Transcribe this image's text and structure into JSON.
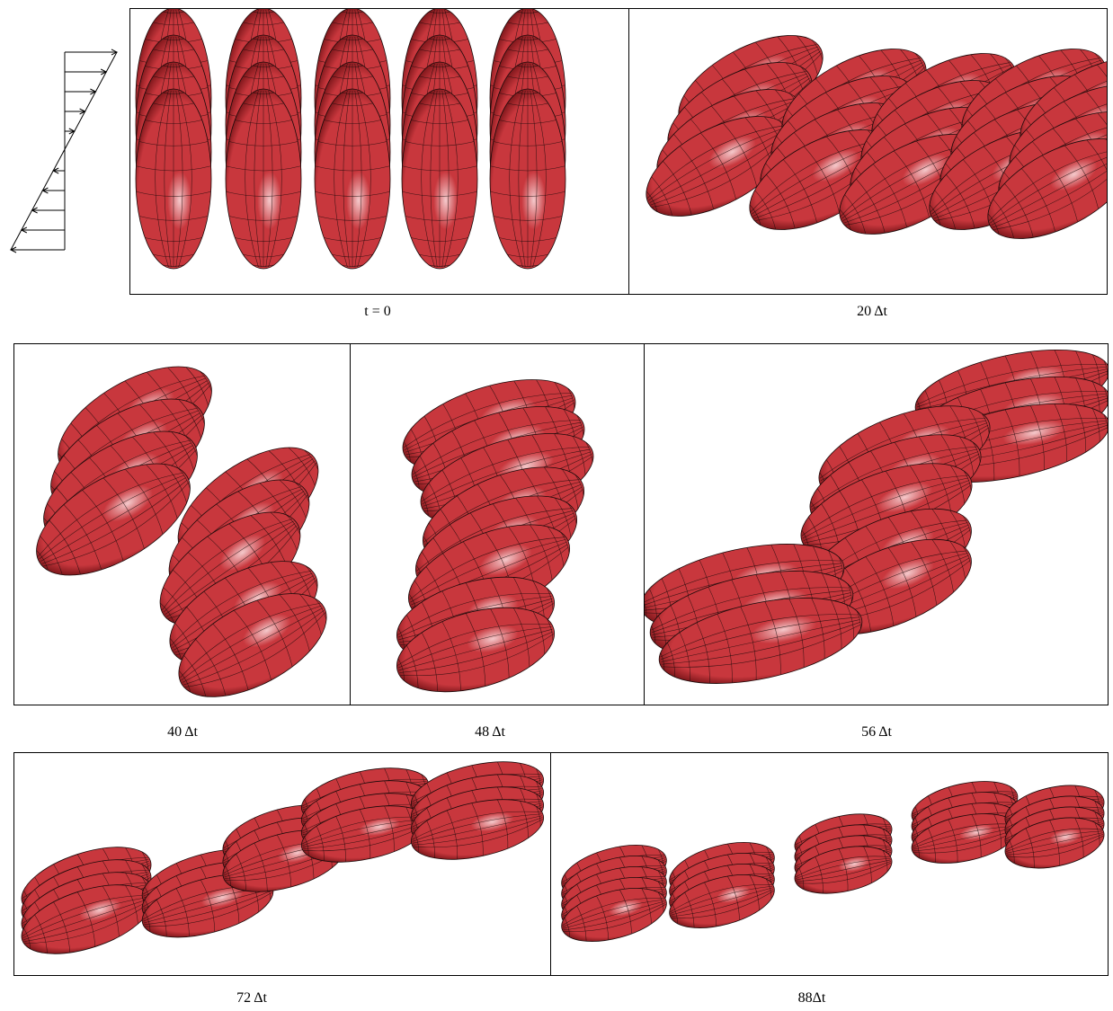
{
  "figure": {
    "captions": {
      "t0": "t = 0",
      "t20": "20 Δt",
      "t40": "40 Δt",
      "t48": "48 Δt",
      "t56": "56 Δt",
      "t72": "72 Δt",
      "t88": "88Δt"
    },
    "colors": {
      "body": "#c8373d",
      "body_dark": "#7a1519",
      "highlight": "#f4c9cb",
      "mesh": "#1a0a0a",
      "frame": "#000000"
    }
  }
}
